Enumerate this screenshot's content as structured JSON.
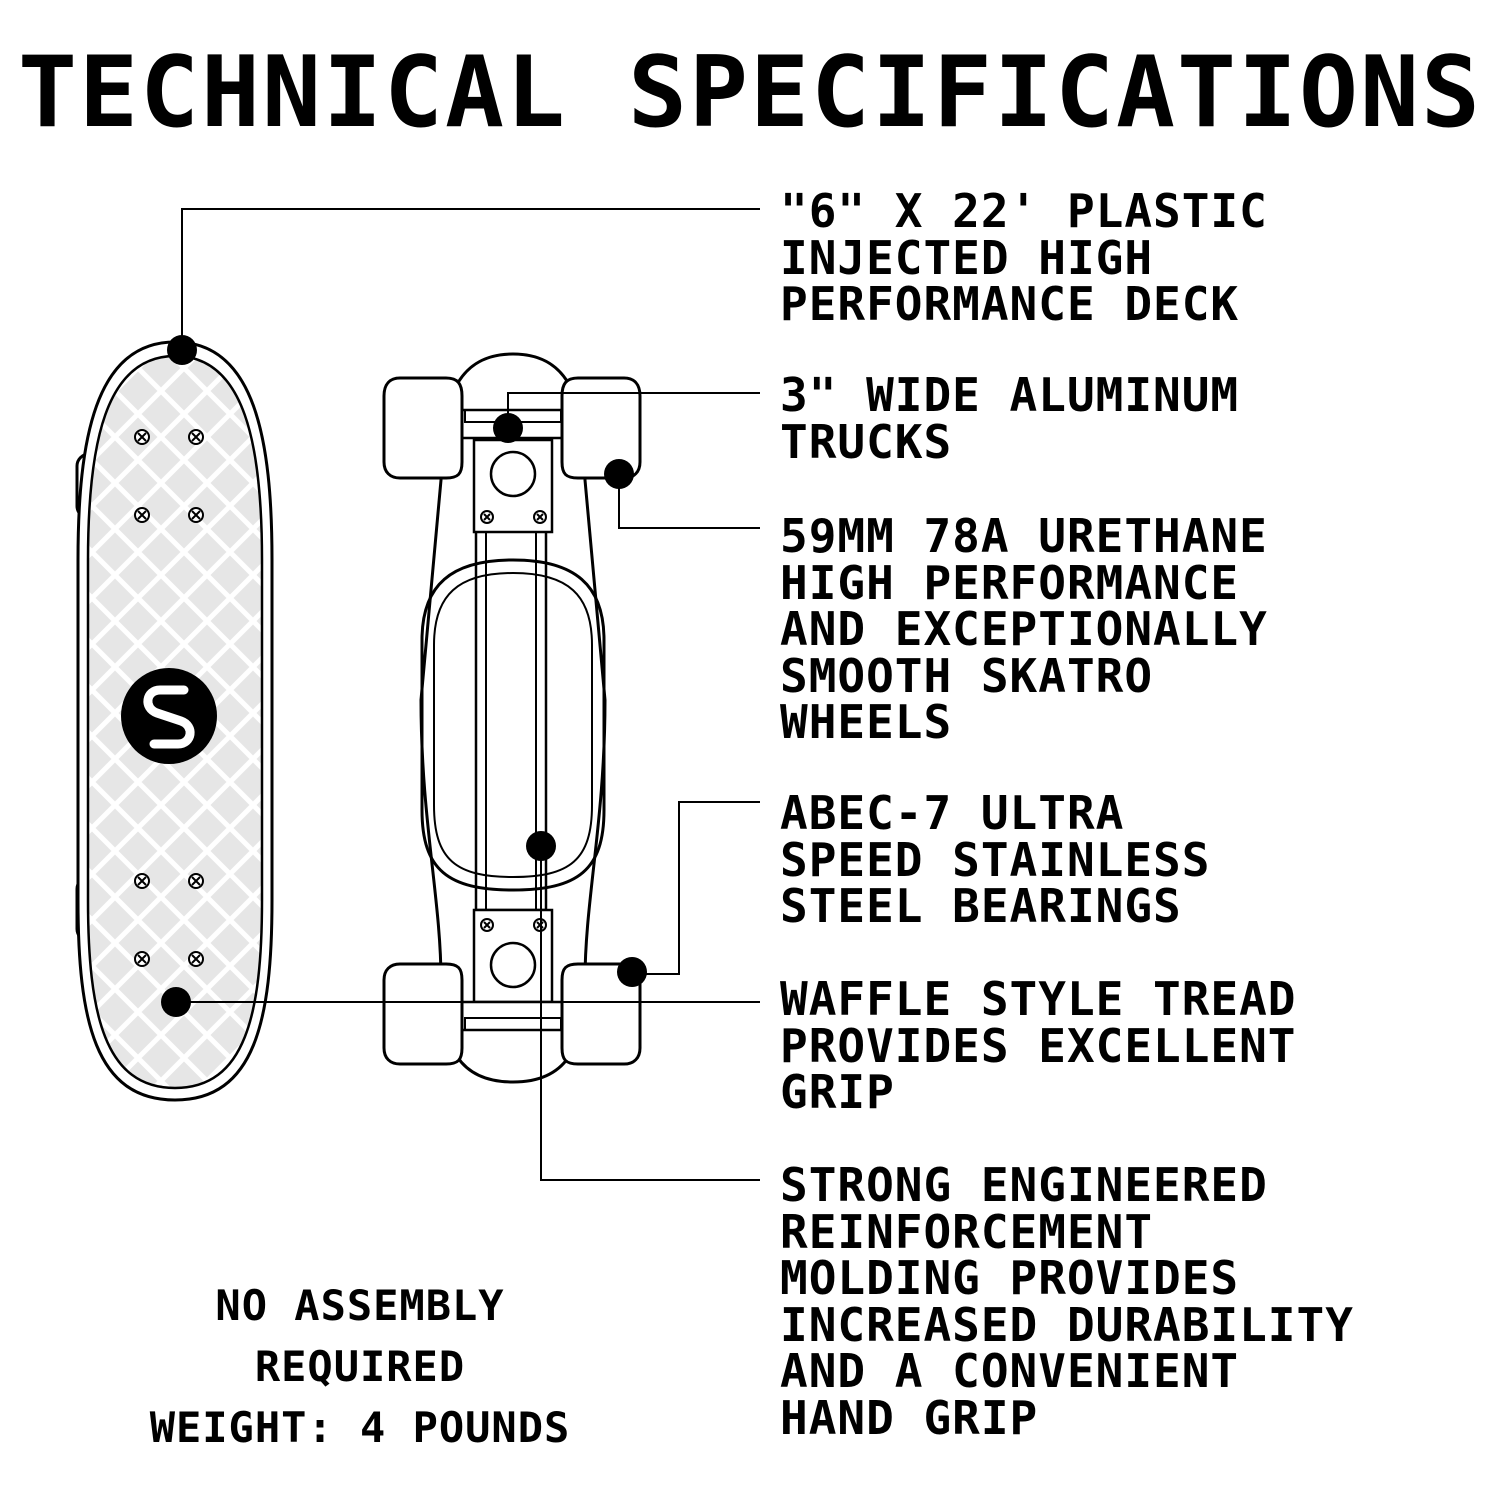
{
  "title": "TECHNICAL SPECIFICATIONS",
  "specs": [
    {
      "lines": [
        "\"6\" X 22' PLASTIC",
        "INJECTED HIGH",
        "PERFORMANCE DECK"
      ]
    },
    {
      "lines": [
        "3\" WIDE ALUMINUM",
        "TRUCKS"
      ]
    },
    {
      "lines": [
        "59MM 78A URETHANE",
        "HIGH PERFORMANCE",
        "AND EXCEPTIONALLY",
        "SMOOTH SKATRO",
        "WHEELS"
      ]
    },
    {
      "lines": [
        "ABEC-7 ULTRA",
        "SPEED STAINLESS",
        "STEEL BEARINGS"
      ]
    },
    {
      "lines": [
        "WAFFLE STYLE TREAD",
        "PROVIDES EXCELLENT",
        "GRIP"
      ]
    },
    {
      "lines": [
        "STRONG ENGINEERED",
        "REINFORCEMENT",
        "MOLDING PROVIDES",
        "INCREASED DURABILITY",
        "AND A CONVENIENT",
        "HAND GRIP"
      ]
    }
  ],
  "footer": [
    "NO ASSEMBLY",
    "REQUIRED",
    "WEIGHT: 4 POUNDS"
  ],
  "colors": {
    "ink": "#000000",
    "tread": "#e6e6e6",
    "paper": "#ffffff"
  },
  "icons": {
    "logo": "skatro-s-logo-icon"
  }
}
